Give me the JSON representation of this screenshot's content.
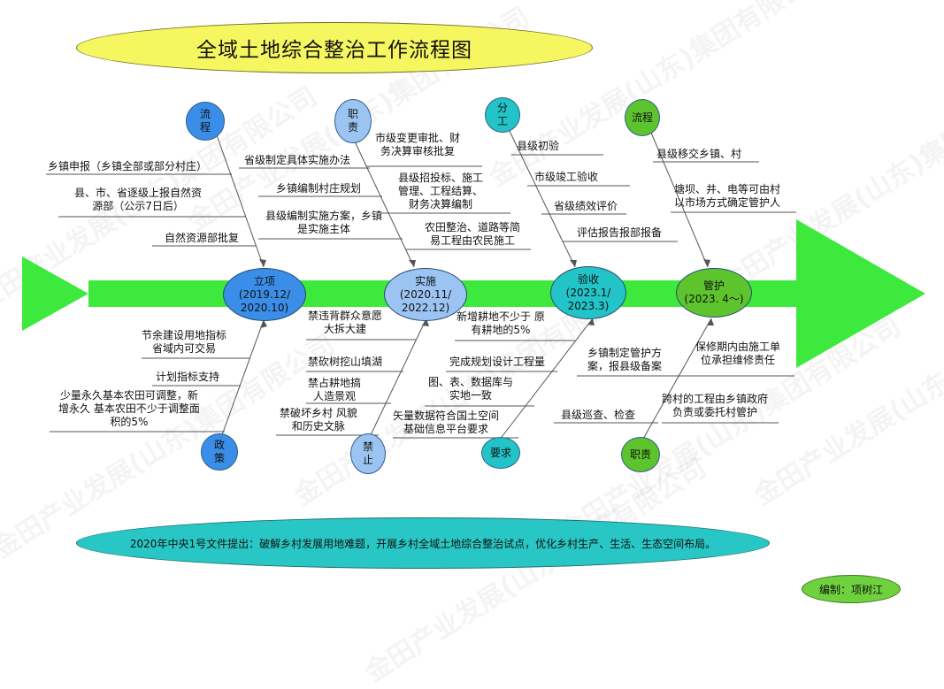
{
  "title": "全域土地综合整治工作流程图",
  "watermark_text": "金田产业发展(山东)集团有限公司",
  "colors": {
    "spine": "#3ee93e",
    "title_fill": "#f6f660",
    "footer_fill": "#28c7c5",
    "stage1_fill": "#3a8ee8",
    "stage2_fill": "#9cc4f2",
    "stage3_fill": "#22c4c8",
    "stage4_fill": "#5ec42e",
    "author_fill": "#6fd13e"
  },
  "stages": [
    {
      "label": "立项\n(2019.12/\n2020.10)",
      "top_tag": "流\n程",
      "bottom_tag": "政\n策"
    },
    {
      "label": "实施\n(2020.11/\n2022.12)",
      "top_tag": "职\n责",
      "bottom_tag": "禁\n止"
    },
    {
      "label": "验收\n(2023.1/\n2023.3)",
      "top_tag": "分\n工",
      "bottom_tag": "要求"
    },
    {
      "label": "管护\n(2023. 4～)",
      "top_tag": "流程",
      "bottom_tag": "职责"
    }
  ],
  "branches": {
    "s1_top": [
      "乡镇申报（乡镇全部或部分村庄）",
      "县、市、省逐级上报自然资\n源部（公示7日后）",
      "自然资源部批复"
    ],
    "s1_bottom": [
      "节余建设用地指标\n省域内可交易",
      "计划指标支持",
      "少量永久基本农田可调整，新\n增永久 基本农田不少于调整面\n积的5%"
    ],
    "s2_top_left": [
      "省级制定具体实施办法",
      "乡镇编制村庄规划",
      "县级编制实施方案，乡镇\n是实施主体"
    ],
    "s2_top_right": [
      "市级变更审批、财\n务决算审核批复",
      "县级招投标、施工\n管理、工程结算、\n财务决算编制",
      "农田整治、道路等简\n易工程由农民施工"
    ],
    "s2_bottom": [
      "禁违背群众意愿\n大拆大建",
      "禁砍树挖山填湖",
      "禁占耕地搞\n人造景观",
      "禁破坏乡村 风貌\n和历史文脉"
    ],
    "s3_top": [
      "县级初验",
      "市级竣工验收",
      "省级绩效评价",
      "评估报告报部报备"
    ],
    "s3_bottom": [
      "新增耕地不少于 原\n有耕地的5%",
      "完成规划设计工程量",
      "图、表、数据库与\n实地一致",
      "矢量数据符合国土空间\n基础信息平台要求"
    ],
    "s4_top": [
      "县级移交乡镇、村",
      "塘坝、井、电等可由村\n以市场方式确定管护人"
    ],
    "s4_bottom": [
      "乡镇制定管护方\n案，报县级备案",
      "保修期内由施工单\n位承担维修责任",
      "县级巡查、检查",
      "跨村的工程由乡镇政府\n负责或委托村管护"
    ]
  },
  "footer": "2020年中央1号文件提出：破解乡村发展用地难题，开展乡村全域土地综合整治试点，优化乡村生产、生活、生态空间布局。",
  "author": "编制：项树江"
}
